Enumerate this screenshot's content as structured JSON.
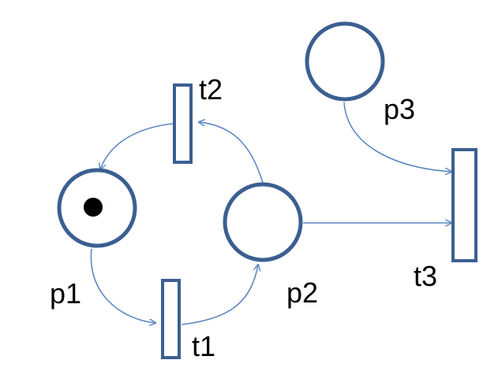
{
  "colors": {
    "node_stroke": "#3b5f91",
    "arc_stroke": "#5b88c2",
    "token": "#000000",
    "label": "#000000"
  },
  "places": [
    {
      "id": "p1",
      "label": "p1",
      "tokens": 1
    },
    {
      "id": "p2",
      "label": "p2",
      "tokens": 0
    },
    {
      "id": "p3",
      "label": "p3",
      "tokens": 0
    }
  ],
  "transitions": [
    {
      "id": "t1",
      "label": "t1"
    },
    {
      "id": "t2",
      "label": "t2"
    },
    {
      "id": "t3",
      "label": "t3"
    }
  ],
  "arcs": [
    {
      "from": "p1",
      "to": "t1"
    },
    {
      "from": "t1",
      "to": "p2"
    },
    {
      "from": "p2",
      "to": "t2"
    },
    {
      "from": "t2",
      "to": "p1"
    },
    {
      "from": "p2",
      "to": "t3"
    },
    {
      "from": "p3",
      "to": "t3"
    }
  ]
}
